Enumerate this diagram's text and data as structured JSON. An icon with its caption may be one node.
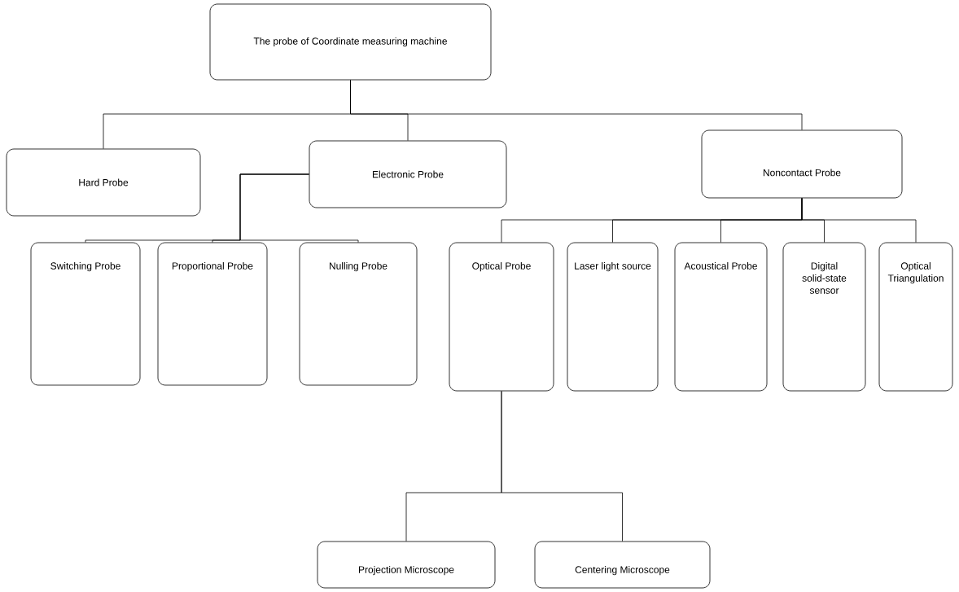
{
  "diagram": {
    "nodes": [
      {
        "text": [
          "The probe of Coordinate measuring machine"
        ]
      },
      {
        "text": [
          "Hard Probe"
        ]
      },
      {
        "text": [
          "Electronic Probe"
        ]
      },
      {
        "text": [
          "Noncontact Probe"
        ]
      },
      {
        "text": [
          "Switching Probe"
        ]
      },
      {
        "text": [
          "Proportional Probe"
        ]
      },
      {
        "text": [
          "Nulling Probe"
        ]
      },
      {
        "text": [
          "Optical Probe"
        ]
      },
      {
        "text": [
          "Laser light source"
        ]
      },
      {
        "text": [
          "Acoustical Probe"
        ]
      },
      {
        "text": [
          "Digital solid-state sensor"
        ]
      },
      {
        "text": [
          "Optical Triangulation"
        ]
      },
      {
        "text": [
          "Projection Microscope"
        ]
      },
      {
        "text": [
          "Centering Microscope"
        ]
      }
    ],
    "edges": [
      {
        "from": 0,
        "to": 1,
        "arrow": "none"
      },
      {
        "from": 0,
        "to": 2,
        "arrow": "none"
      },
      {
        "from": 0,
        "to": 3,
        "arrow": "none"
      },
      {
        "from": 2,
        "to": 4,
        "arrow": "none"
      },
      {
        "from": 2,
        "to": 5,
        "arrow": "none"
      },
      {
        "from": 2,
        "to": 6,
        "arrow": "none"
      },
      {
        "from": 3,
        "to": 7,
        "arrow": "none"
      },
      {
        "from": 3,
        "to": 8,
        "arrow": "none"
      },
      {
        "from": 3,
        "to": 9,
        "arrow": "none"
      },
      {
        "from": 3,
        "to": 10,
        "arrow": "none"
      },
      {
        "from": 3,
        "to": 11,
        "arrow": "none"
      },
      {
        "from": 7,
        "to": 12,
        "arrow": "none"
      },
      {
        "from": 7,
        "to": 13,
        "arrow": "none"
      }
    ]
  }
}
